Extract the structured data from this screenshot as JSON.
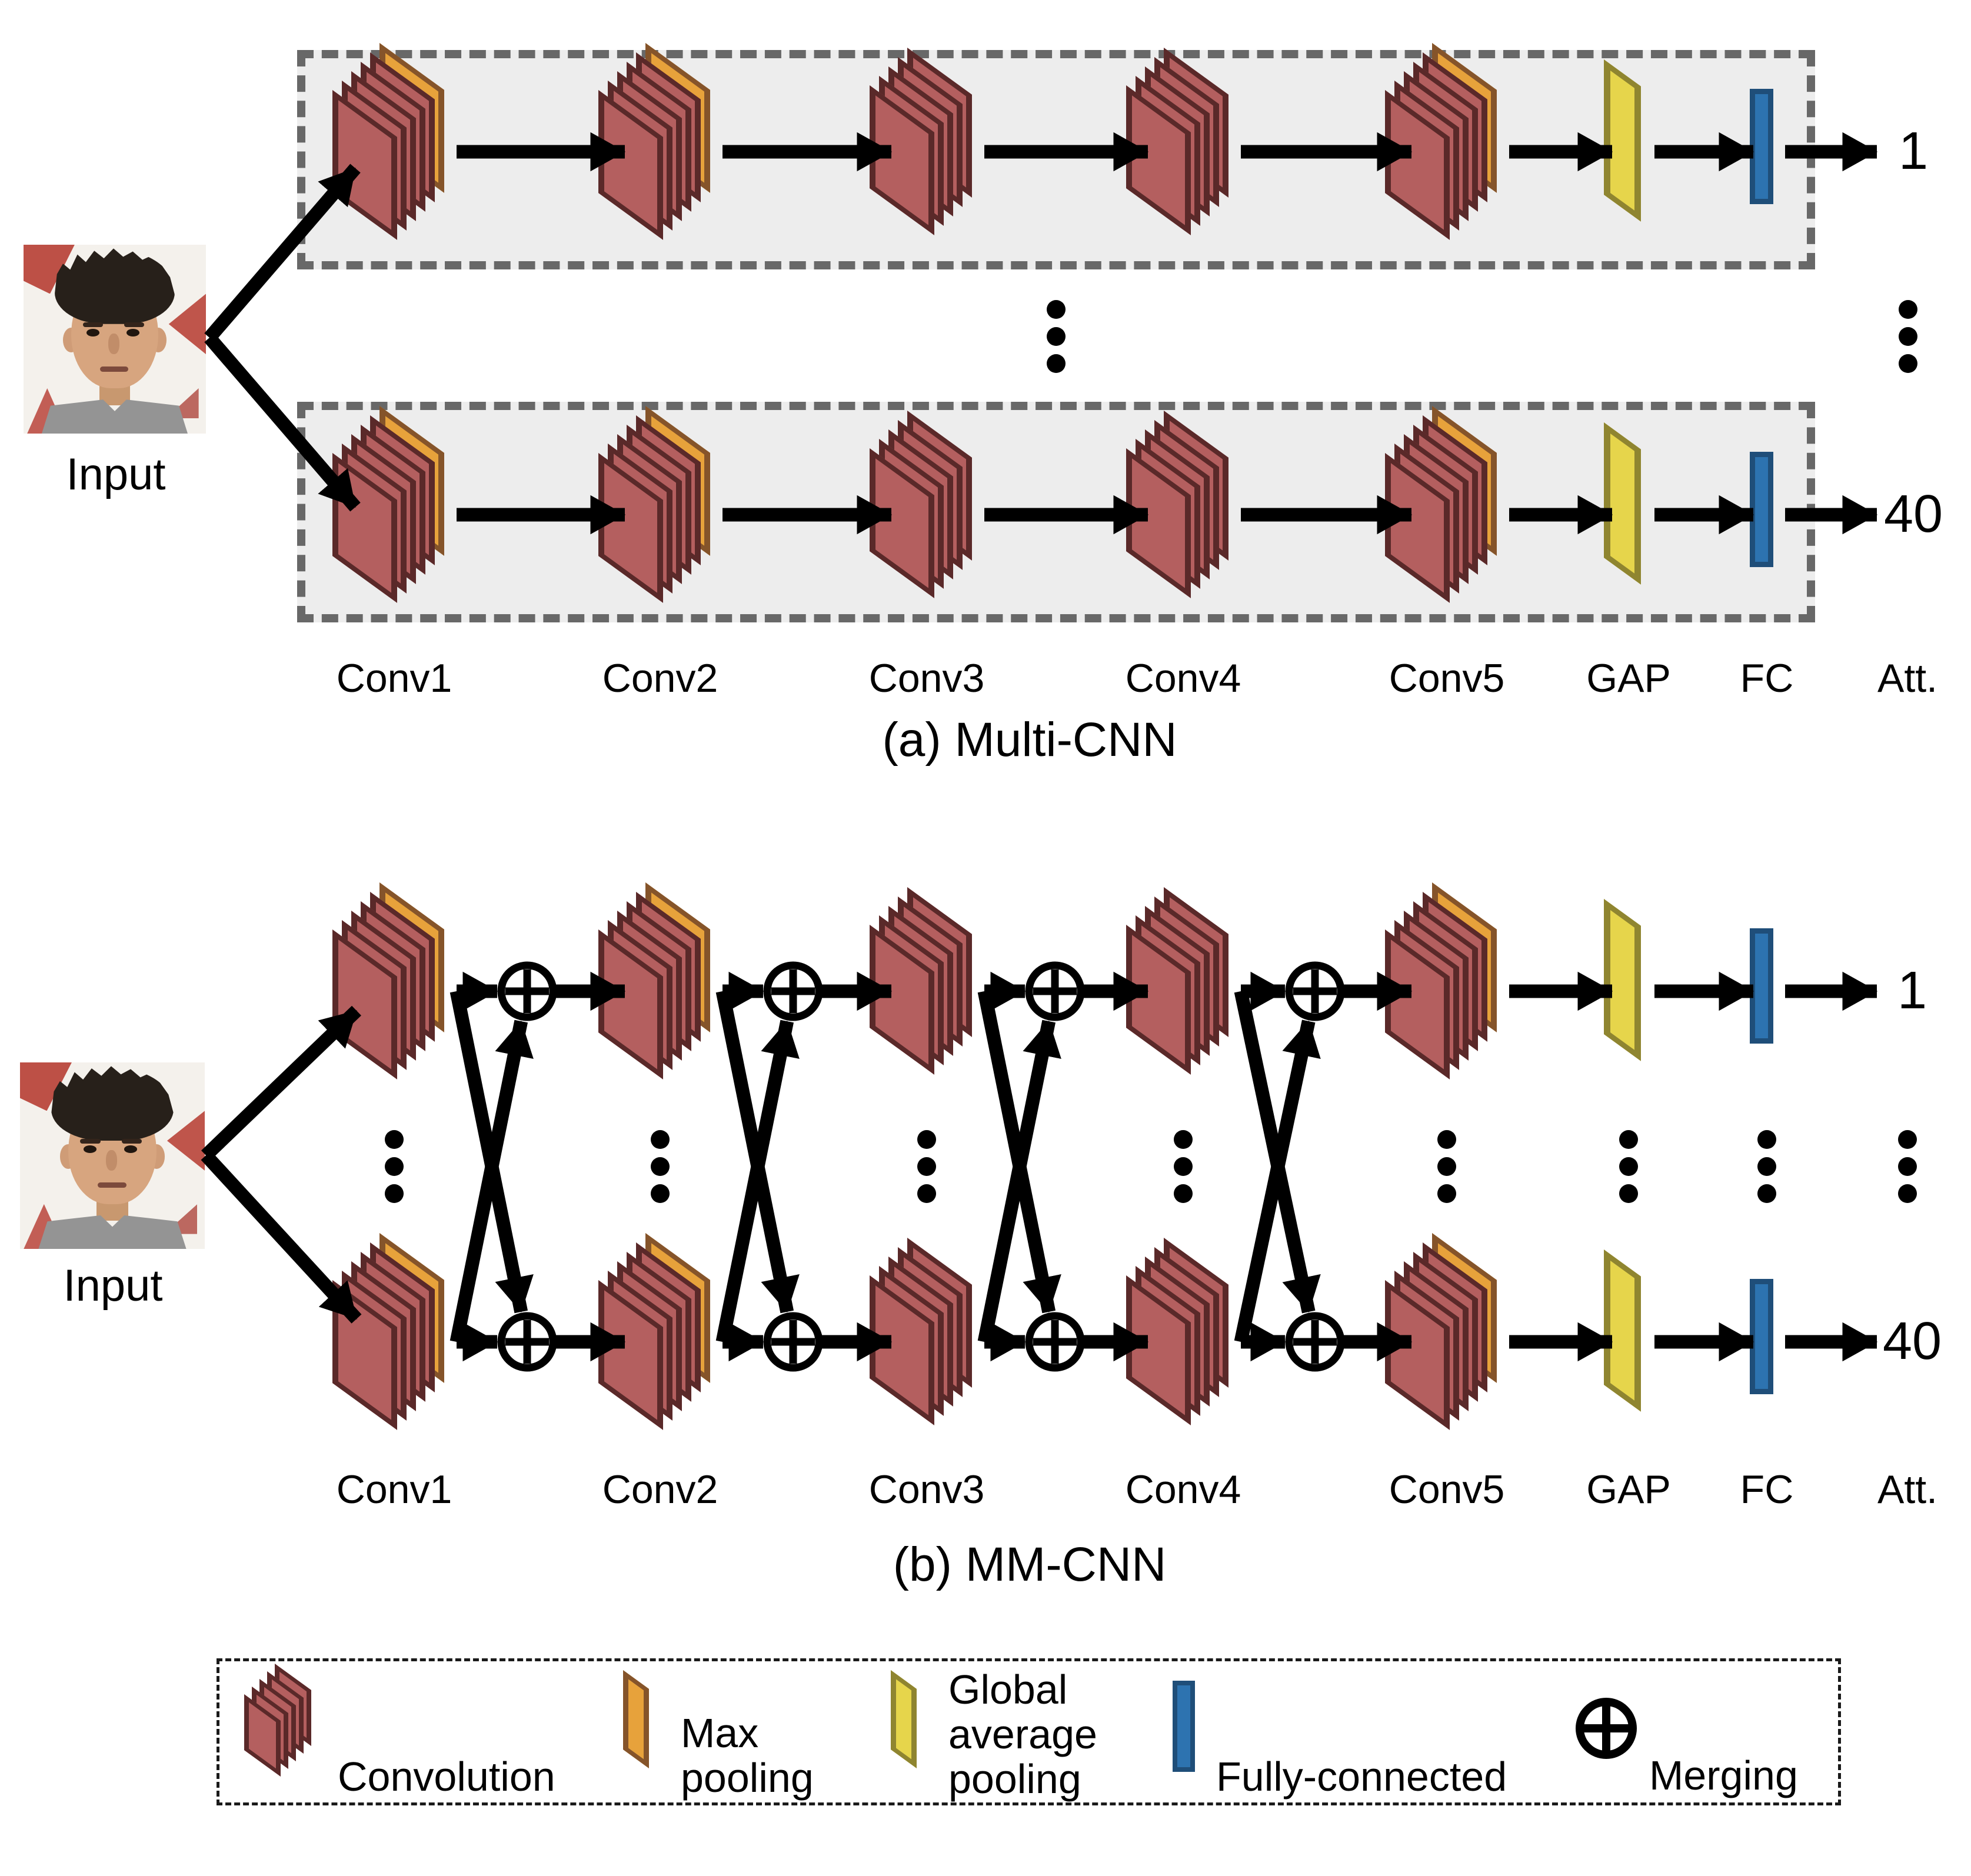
{
  "figure": {
    "input_label": "Input",
    "stages": [
      "Conv1",
      "Conv2",
      "Conv3",
      "Conv4",
      "Conv5",
      "GAP",
      "FC",
      "Att."
    ],
    "diagram_a": {
      "caption": "(a) Multi-CNN",
      "output_top": "1",
      "output_bottom": "40"
    },
    "diagram_b": {
      "caption": "(b) MM-CNN",
      "output_top": "1",
      "output_bottom": "40"
    },
    "legend": {
      "convolution": "Convolution",
      "max_pooling": [
        "Max",
        "pooling"
      ],
      "global_average_pooling": [
        "Global",
        "average",
        "pooling"
      ],
      "fully_connected": "Fully-connected",
      "merging": "Merging"
    },
    "colors": {
      "conv_fill": "#b45f5f",
      "conv_border": "#5a2929",
      "pool_fill": "#e7a23b",
      "pool_border": "#85542a",
      "gap_fill": "#e6d54b",
      "gap_border": "#8f8530",
      "fc_fill": "#2d73b0",
      "fc_border": "#1f4e79",
      "box_fill": "#ededed",
      "box_border": "#686868",
      "arrow": "#000000"
    }
  }
}
